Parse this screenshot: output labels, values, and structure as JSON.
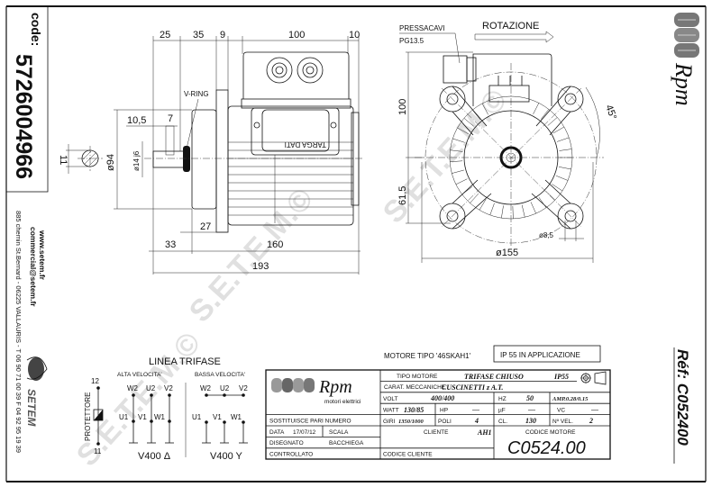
{
  "code_panel": {
    "label": "code:",
    "value": "5726004966"
  },
  "contact": {
    "website": "www.setem.fr",
    "email": "commercial@setem.fr",
    "address": "885 chemin St.Bernard  -  06225 VALLAURIS  -  T 06 90 71 00 39   F 04 92 95 19 39",
    "brand": "SETEM"
  },
  "side_view": {
    "dim_25": "25",
    "dim_35": "35",
    "dim_9": "9",
    "dim_100": "100",
    "dim_10": "10",
    "v_ring": "V-RING",
    "dim_10_5": "10,5",
    "dim_7": "7",
    "dim_d94": "ø94",
    "dim_d14": "ø14 j6",
    "dim_11": "11",
    "dim_27": "27",
    "dim_33": "33",
    "dim_160": "160",
    "dim_193": "193",
    "nameplate": "TARGA DATI"
  },
  "front_view": {
    "gland_label": "PRESSACAVI",
    "gland_size": "PG13.5",
    "rotation": "ROTAZIONE",
    "dim_100": "100",
    "dim_61_5": "61,5",
    "angle": "45°",
    "dim_d8_5": "ø8,5",
    "dim_d155": "ø155"
  },
  "wiring": {
    "title": "LINEA TRIFASE",
    "high_speed": "ALTA VELOCITA'",
    "low_speed": "BASSA VELOCITA'",
    "protector": "PROTETTORE",
    "t12": "12",
    "t11": "11",
    "top_terminals": [
      "W2",
      "U2",
      "V2"
    ],
    "bottom_terminals": [
      "U1",
      "V1",
      "W1"
    ],
    "delta_label": "V400 Δ",
    "star_label": "V400 Y"
  },
  "motor_type": "MOTORE TIPO '46SKAH1'",
  "ip_note": "IP 55 IN APPLICAZIONE",
  "title_block": {
    "logo_brand": "Rpm",
    "logo_sub": "motori elettrici",
    "tipo_motore_label": "TIPO MOTORE",
    "tipo_motore": "TRIFASE CHIUSO",
    "ip": "IP55",
    "carat_label": "CARAT. MECCANICHE",
    "carat": "CUSCINETTI z A.T.",
    "volt_label": "VOLT",
    "volt": "400/400",
    "hz_label": "HZ",
    "hz": "50",
    "amp": "AMP.0.28/0.15",
    "watt_label": "WATT",
    "watt": "130/85",
    "hp_label": "HP",
    "hp": "—",
    "uf_label": "µF",
    "uf": "—",
    "vc_label": "VC",
    "vc": "—",
    "giri_label": "GIRI",
    "giri": "1350/1000",
    "poli_label": "POLI",
    "poli": "4",
    "cl_label": "CL.",
    "cl": "130",
    "nvel_label": "Nº VEL.",
    "nvel": "2",
    "sostituisce": "SOSTITUISCE PARI NUMERO",
    "data_label": "DATA",
    "data": "17/07/12",
    "scala_label": "SCALA",
    "disegnato_label": "DISEGNATO",
    "disegnato": "BACCHIEGA",
    "controllato_label": "CONTROLLATO",
    "cliente_label": "CLIENTE",
    "cliente": "AH1",
    "codice_cliente_label": "CODICE CLIENTE",
    "codice_motore_label": "CODICE MOTORE",
    "codice_motore": "C0524.00"
  },
  "right_panel": {
    "brand": "Rpm",
    "ref": "Réf: C052400"
  },
  "watermark": "S.E.T.E.M.©"
}
